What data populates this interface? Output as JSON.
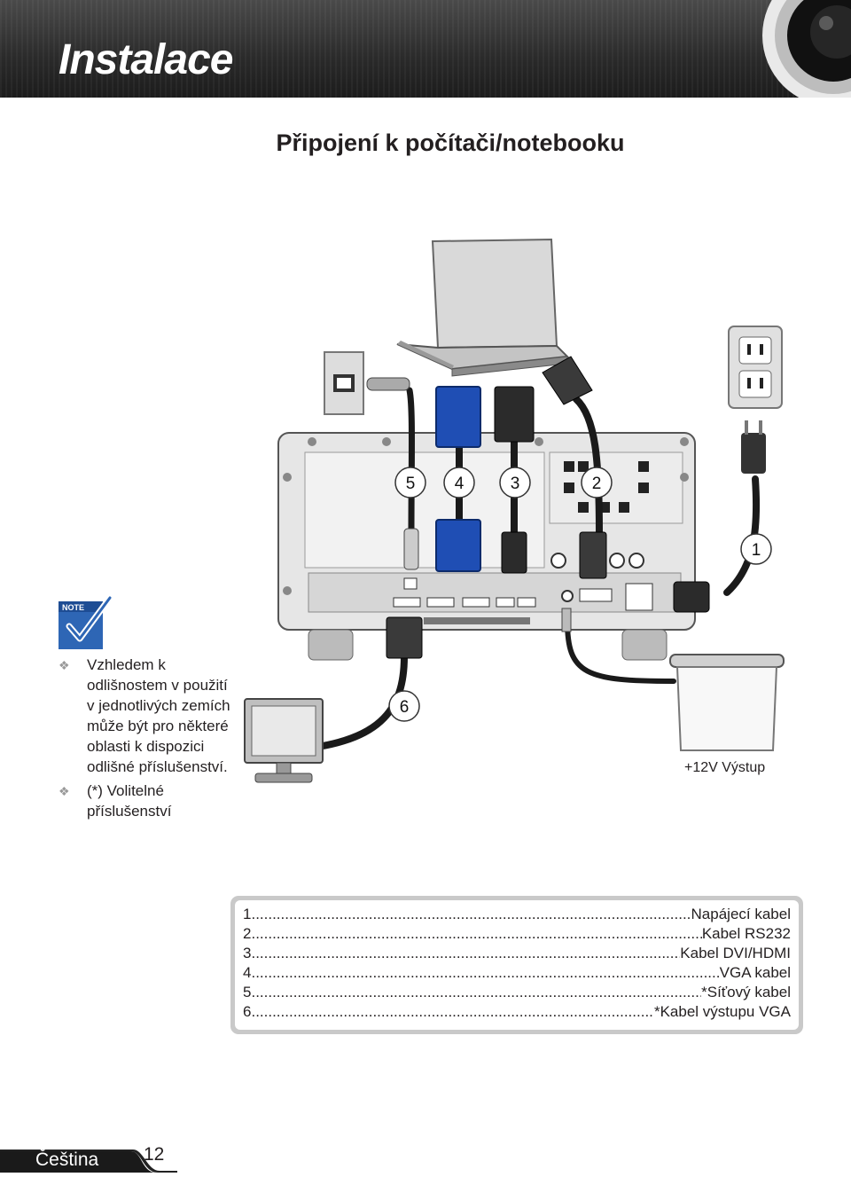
{
  "header": {
    "title": "Instalace"
  },
  "page": {
    "title": "Připojení k počítači/notebooku"
  },
  "diagram": {
    "callouts": [
      "1",
      "2",
      "3",
      "4",
      "5",
      "6"
    ],
    "output_label": "+12V Výstup"
  },
  "note": {
    "icon": "note-icon",
    "items": [
      "Vzhledem k odlišnostem v použití v jednotlivých zemích může být pro některé oblasti k dispozici odlišné příslušenství.",
      "(*) Volitelné příslušenství"
    ]
  },
  "legend": {
    "items": [
      {
        "n": "1",
        "label": "Napájecí kabel"
      },
      {
        "n": "2",
        "label": " Kabel RS232"
      },
      {
        "n": "3",
        "label": " Kabel DVI/HDMI"
      },
      {
        "n": "4",
        "label": "VGA kabel"
      },
      {
        "n": "5",
        "label": " *Síťový kabel"
      },
      {
        "n": "6",
        "label": " *Kabel výstupu VGA"
      }
    ]
  },
  "footer": {
    "language": "Čeština",
    "page_number": "12"
  }
}
